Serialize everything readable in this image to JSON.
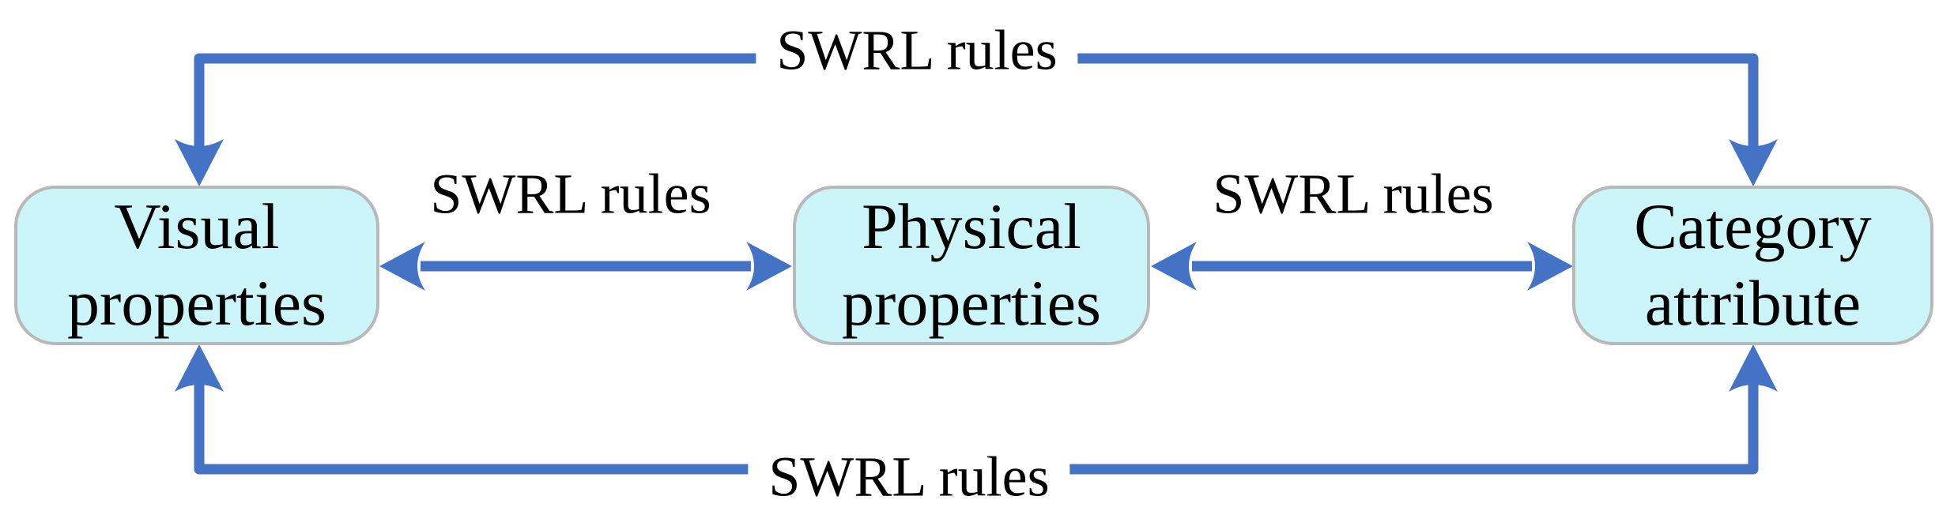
{
  "figure": {
    "type": "diagram",
    "description": "Three-node ontology diagram where visual, physical and category nodes are linked pairwise and end-to-end by SWRL rules connectors",
    "nodes": [
      {
        "id": "visual-properties",
        "line1": "Visual",
        "line2": "properties"
      },
      {
        "id": "physical-properties",
        "line1": "Physical",
        "line2": "properties"
      },
      {
        "id": "category-attribute",
        "line1": "Category",
        "line2": "attribute"
      }
    ],
    "edges": [
      {
        "id": "top",
        "label": "SWRL rules",
        "from": "visual-properties",
        "to": "category-attribute",
        "style": "elbow-double-arrow"
      },
      {
        "id": "middle-left",
        "label": "SWRL rules",
        "from": "visual-properties",
        "to": "physical-properties",
        "style": "straight-double-arrow"
      },
      {
        "id": "middle-right",
        "label": "SWRL rules",
        "from": "physical-properties",
        "to": "category-attribute",
        "style": "straight-double-arrow"
      },
      {
        "id": "bottom",
        "label": "SWRL rules",
        "from": "visual-properties",
        "to": "category-attribute",
        "style": "elbow-double-arrow"
      }
    ]
  },
  "colors": {
    "arrow": "#4472C4",
    "node_fill": "#CCF5FA",
    "node_border": "#B8B8B8",
    "label_text": "#000000",
    "background": "#FFFFFF"
  }
}
